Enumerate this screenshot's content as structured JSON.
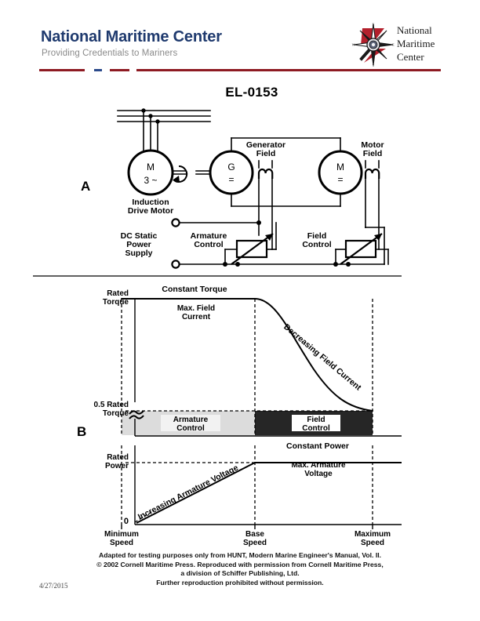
{
  "header": {
    "title": "National Maritime Center",
    "subtitle": "Providing Credentials to Mariners",
    "logo_line1": "National",
    "logo_line2": "Maritime",
    "logo_line3": "Center",
    "brand_blue": "#1F3A6E",
    "brand_red": "#8E1A22"
  },
  "figure": {
    "id": "EL-0153",
    "panel_a_letter": "A",
    "panel_b_letter": "B"
  },
  "circuit": {
    "induction_motor_symbol": "M",
    "induction_motor_phase": "3 ~",
    "induction_motor_label": "Induction\nDrive Motor",
    "induction_motor_label_l1": "Induction",
    "induction_motor_label_l2": "Drive Motor",
    "generator_symbol": "G",
    "generator_dc": "=",
    "generator_field_l1": "Generator",
    "generator_field_l2": "Field",
    "motor_symbol": "M",
    "motor_dc": "=",
    "motor_field_l1": "Motor",
    "motor_field_l2": "Field",
    "supply_l1": "DC Static",
    "supply_l2": "Power",
    "supply_l3": "Supply",
    "armature_control_l1": "Armature",
    "armature_control_l2": "Control",
    "field_control_l1": "Field",
    "field_control_l2": "Control"
  },
  "chart_data": [
    {
      "type": "line",
      "title": "Torque vs Speed",
      "xlabel": "Speed",
      "ylabel": "Torque",
      "annotation_constant_torque": "Constant Torque",
      "annotation_max_field_l1": "Max. Field",
      "annotation_max_field_l2": "Current",
      "annotation_decreasing_field": "Decreasing Field Current",
      "ytick_rated_l1": "Rated",
      "ytick_rated_l2": "Torque",
      "ytick_half_l1": "0.5 Rated",
      "ytick_half_l2": "Torque",
      "axis_break": true,
      "categories": [
        "Minimum Speed",
        "Base Speed",
        "Maximum Speed"
      ],
      "x": [
        0,
        0.12,
        0.5,
        0.62,
        0.75,
        0.85,
        1.0
      ],
      "values": [
        1.0,
        1.0,
        1.0,
        0.82,
        0.63,
        0.54,
        0.5
      ],
      "ylim": [
        0.5,
        1.0
      ],
      "grid": false
    },
    {
      "type": "line",
      "title": "Power vs Speed",
      "xlabel": "Speed",
      "ylabel": "Power",
      "annotation_constant_power": "Constant Power",
      "annotation_max_armature_l1": "Max. Armature",
      "annotation_max_armature_l2": "Voltage",
      "annotation_increasing_armature": "Increasing Armature Voltage",
      "ytick_rated_l1": "Rated",
      "ytick_rated_l2": "Power",
      "ytick_zero": "0",
      "categories": [
        "Minimum Speed",
        "Base Speed",
        "Maximum Speed"
      ],
      "x": [
        0,
        0.5,
        1.0
      ],
      "values": [
        0.0,
        1.0,
        1.0
      ],
      "ylim": [
        0,
        1.0
      ],
      "grid": false
    }
  ],
  "bands": {
    "armature_l1": "Armature",
    "armature_l2": "Control",
    "field_l1": "Field",
    "field_l2": "Control",
    "armature_fill": "#DCDCDC",
    "field_fill": "#262626"
  },
  "xaxis": {
    "min_l1": "Minimum",
    "min_l2": "Speed",
    "base_l1": "Base",
    "base_l2": "Speed",
    "max_l1": "Maximum",
    "max_l2": "Speed"
  },
  "footer": {
    "line1": "Adapted for testing purposes only from HUNT, Modern Marine Engineer's Manual, Vol. II.",
    "line2": "© 2002 Cornell Maritime Press. Reproduced with permission from Cornell Maritime Press,",
    "line3": "a division of Schiffer Publishing, Ltd.",
    "line4": "Further reproduction prohibited without permission.",
    "date": "4/27/2015"
  }
}
